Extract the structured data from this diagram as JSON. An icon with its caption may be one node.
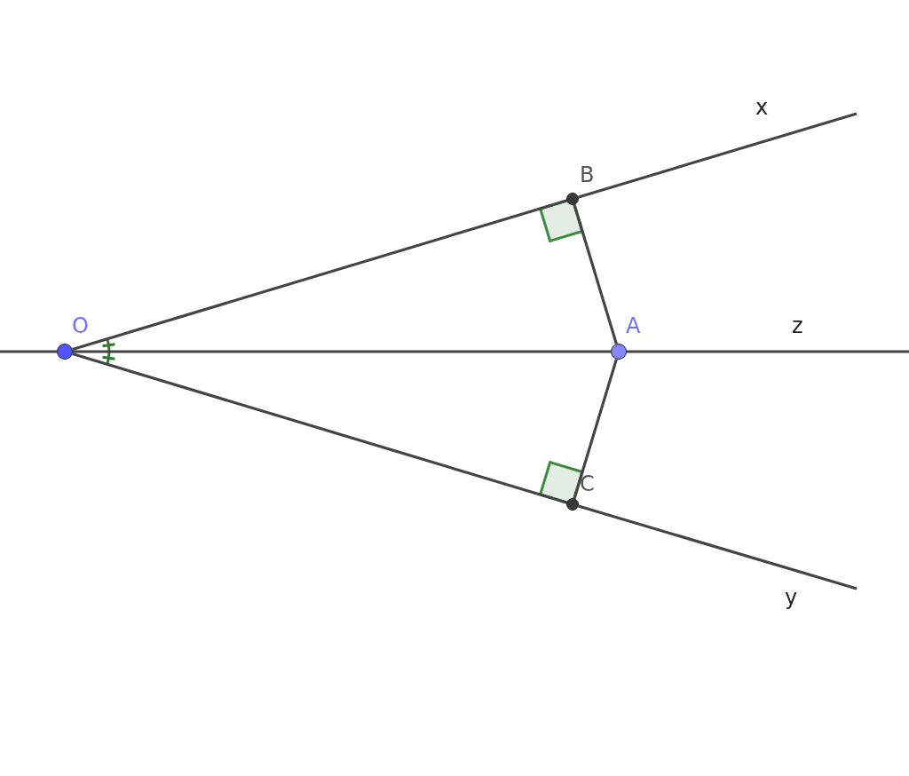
{
  "diagram": {
    "nodes": [
      {
        "text": [
          "O"
        ]
      },
      {
        "text": [
          "A"
        ]
      },
      {
        "text": [
          "B"
        ]
      },
      {
        "text": [
          "C"
        ]
      }
    ],
    "edges": [
      {
        "from": 0,
        "to": 2,
        "arrow": "none"
      },
      {
        "from": 2,
        "to": null,
        "arrow": "none"
      },
      {
        "from": 0,
        "to": 1,
        "arrow": "none"
      },
      {
        "from": 1,
        "to": null,
        "arrow": "none"
      },
      {
        "from": 0,
        "to": 3,
        "arrow": "none"
      },
      {
        "from": 3,
        "to": null,
        "arrow": "none"
      },
      {
        "from": 1,
        "to": 2,
        "arrow": "none"
      },
      {
        "from": 1,
        "to": 3,
        "arrow": "none"
      },
      {
        "from": 0,
        "to": null,
        "arrow": "none"
      }
    ],
    "labels": [
      "x",
      "z",
      "y"
    ]
  }
}
